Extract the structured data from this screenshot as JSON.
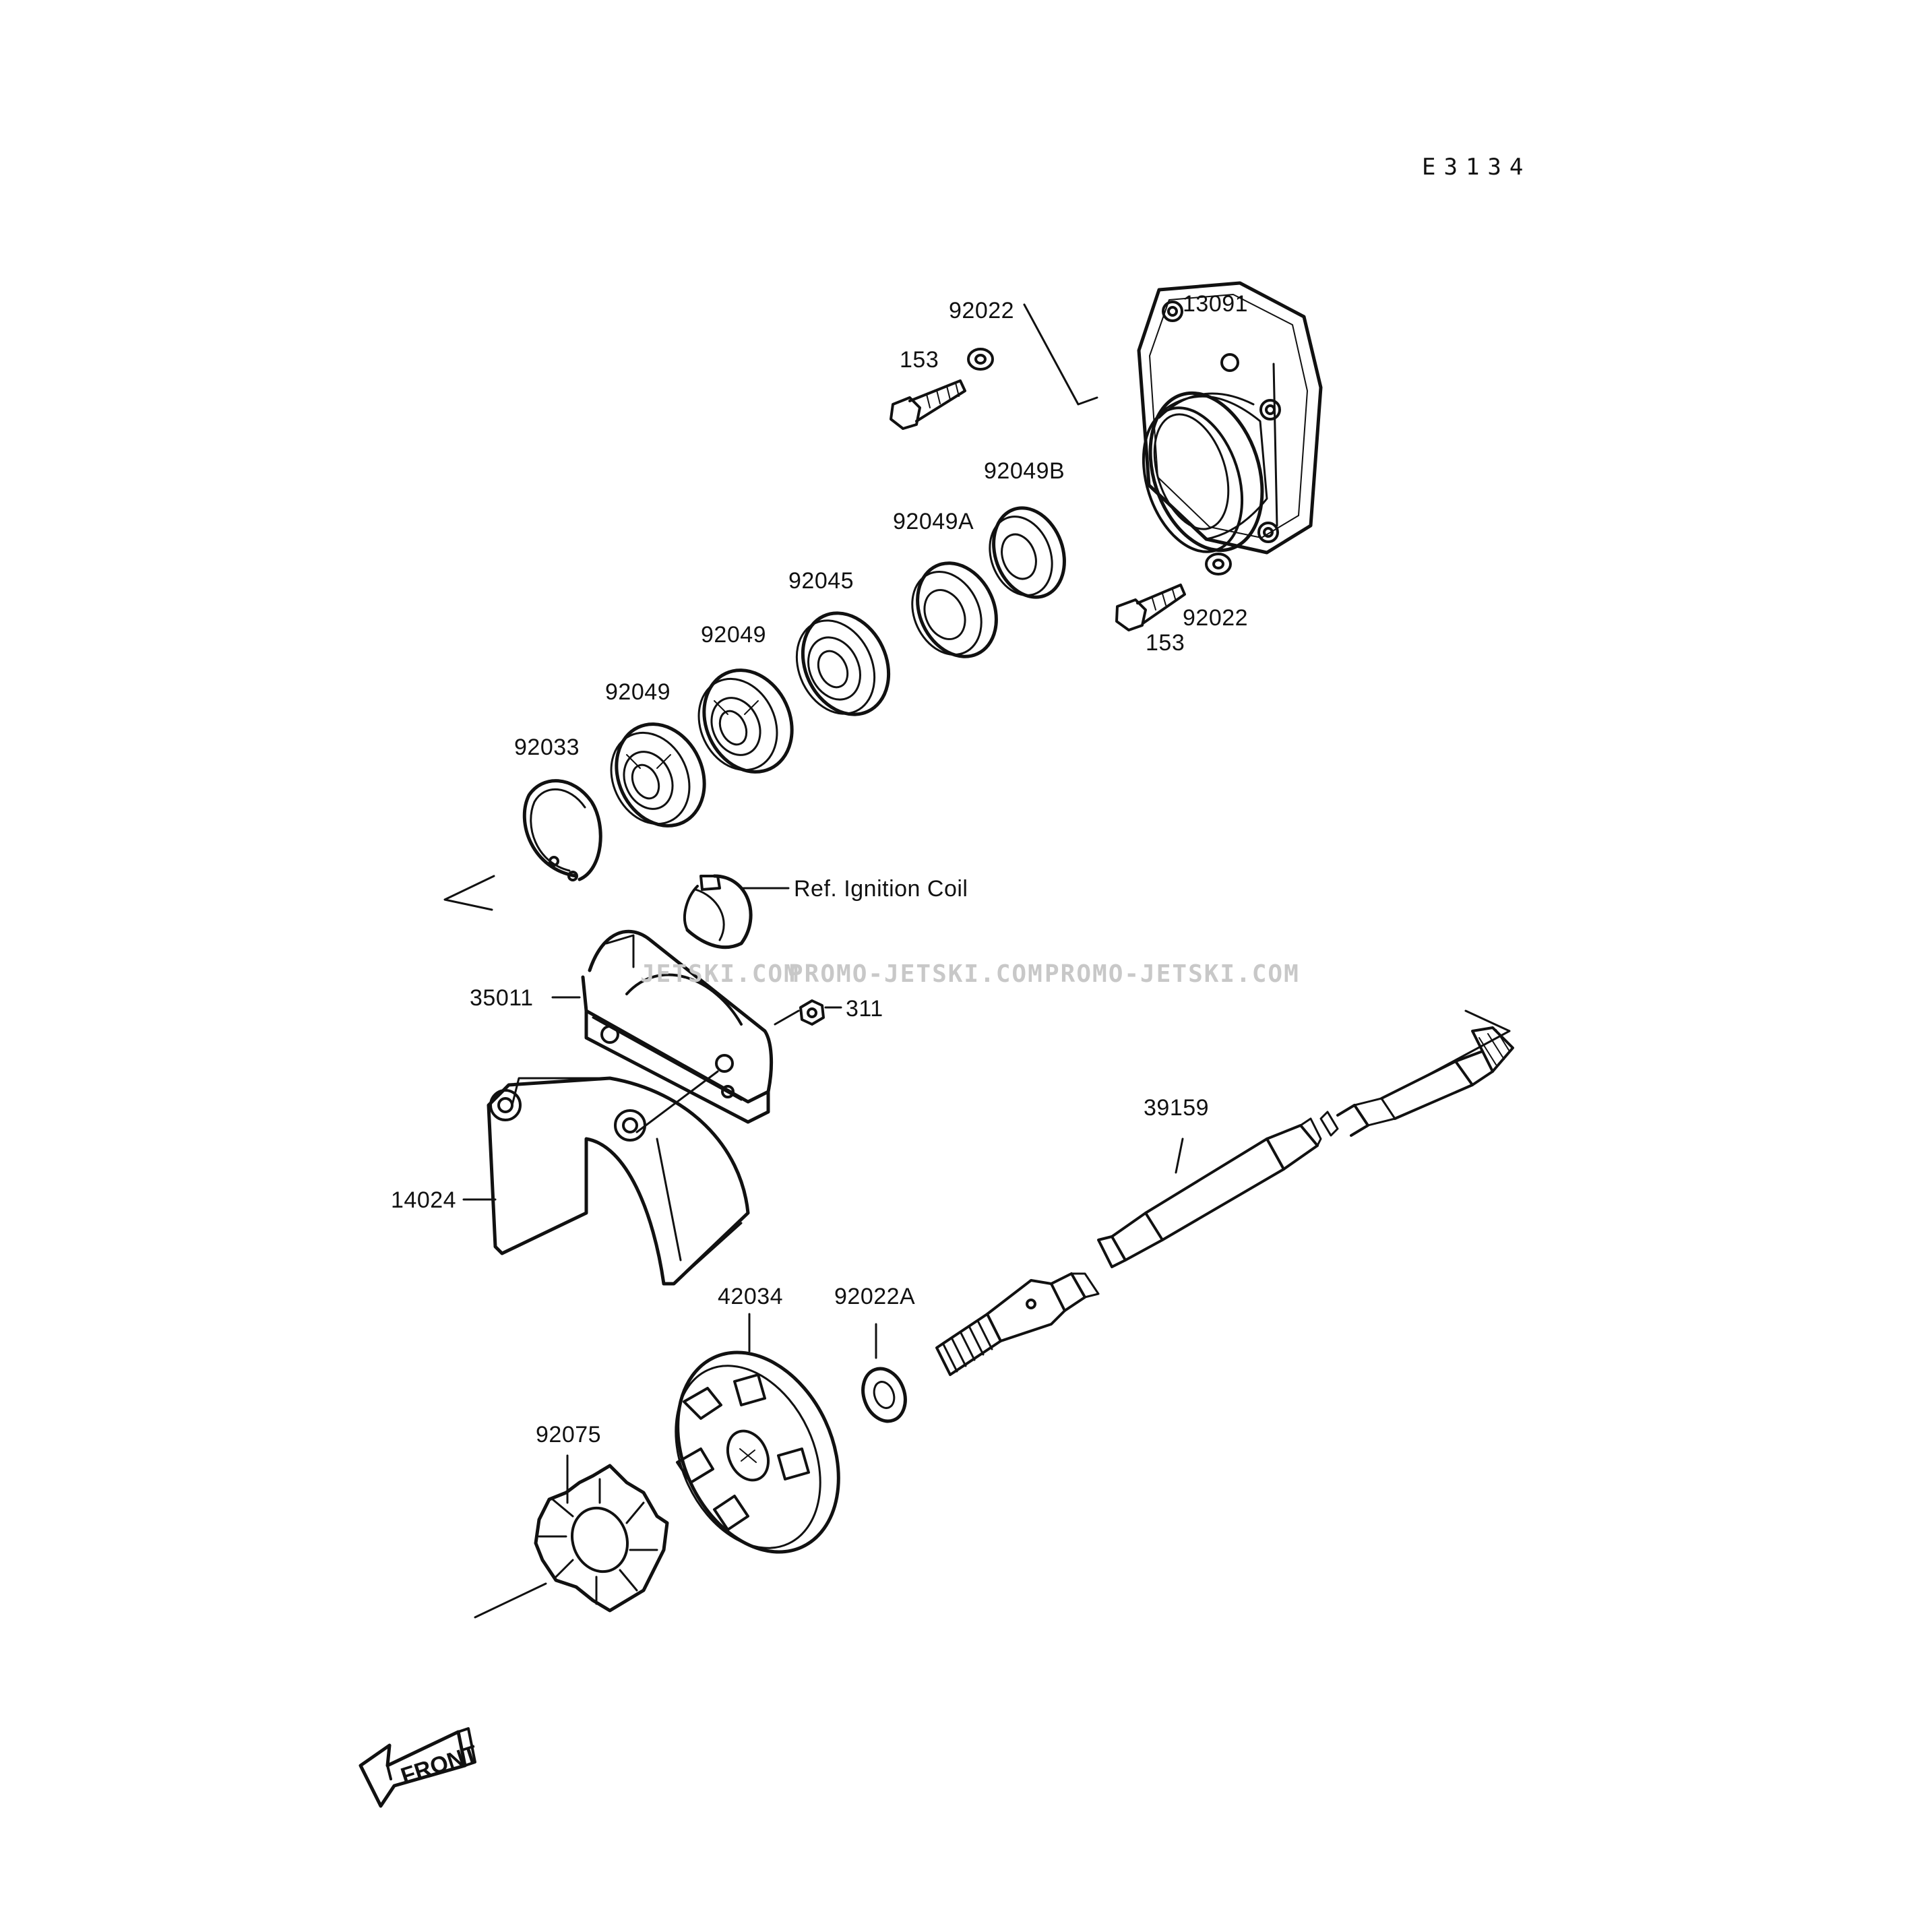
{
  "diagram": {
    "code": "E3134",
    "front_arrow": "FRONT",
    "watermarks": [
      "JETSKI.COM",
      "PROMO-JETSKI.COM",
      "PROMO-JETSKI.COM"
    ],
    "labels": {
      "housing": "13091",
      "washer_top": "92022",
      "bolt_top": "153",
      "seal_b": "92049B",
      "seal_a": "92049A",
      "bolt_right": "153",
      "washer_right": "92022",
      "bearing": "92045",
      "seal_2": "92049",
      "seal_1": "92049",
      "circlip": "92033",
      "ref_ignition": "Ref. Ignition Coil",
      "plate": "35011",
      "nut": "311",
      "cover": "14024",
      "shaft": "39159",
      "coupling": "42034",
      "washer_a": "92022A",
      "damper": "92075"
    }
  }
}
